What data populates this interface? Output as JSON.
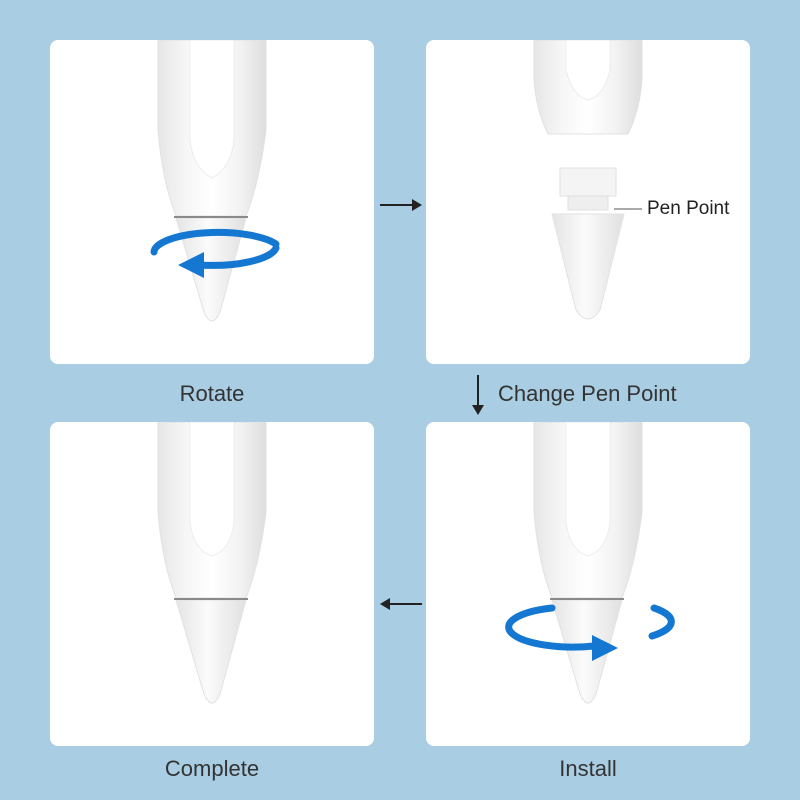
{
  "steps": {
    "rotate": "Rotate",
    "change": "Change Pen Point",
    "install": "Install",
    "complete": "Complete"
  },
  "callout": {
    "pen_point": "Pen Point"
  },
  "colors": {
    "background": "#a9cde2",
    "panel": "#ffffff",
    "rotation_arrow": "#1478d2",
    "flow_arrow": "#222222"
  }
}
